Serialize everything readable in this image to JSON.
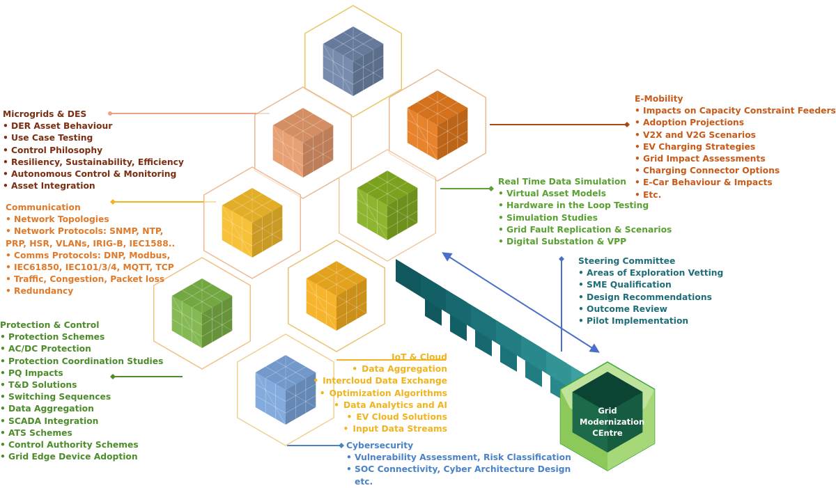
{
  "colors": {
    "microgrids": "#7a2e12",
    "communication": "#e07a2a",
    "protection": "#4d8c2a",
    "emobility": "#c85a1a",
    "realtime": "#5aa032",
    "steering": "#1f6d78",
    "iot": "#f0b41e",
    "cyber": "#4a82c8",
    "centre": "#3aa33a"
  },
  "sections": {
    "microgrids": {
      "title": "Microgrids & DES",
      "items": [
        "DER Asset Behaviour",
        "Use Case Testing",
        "Control Philosophy",
        "Resiliency, Sustainability, Efficiency",
        "Autonomous Control & Monitoring",
        "Asset Integration"
      ]
    },
    "communication": {
      "title": "Communication",
      "lines": [
        {
          "bullet": true,
          "text": "Network Topologies"
        },
        {
          "bullet": true,
          "text": "Network Protocols: SNMP, NTP,"
        },
        {
          "bullet": false,
          "text": "PRP, HSR, VLANs, IRIG-B, IEC1588.."
        },
        {
          "bullet": true,
          "text": "Comms Protocols: DNP, Modbus,"
        },
        {
          "bullet": true,
          "text": "IEC61850, IEC101/3/4, MQTT, TCP"
        },
        {
          "bullet": true,
          "text": "Traffic, Congestion, Packet loss"
        },
        {
          "bullet": true,
          "text": "Redundancy"
        }
      ]
    },
    "protection": {
      "title": "Protection & Control",
      "items": [
        "Protection Schemes",
        "AC/DC Protection",
        "Protection Coordination Studies",
        "PQ Impacts",
        "T&D Solutions",
        "Switching Sequences",
        "Data Aggregation",
        "SCADA Integration",
        "ATS Schemes",
        "Control Authority Schemes",
        "Grid Edge Device Adoption"
      ]
    },
    "emobility": {
      "title": "E-Mobility",
      "items": [
        "Impacts on Capacity Constraint Feeders",
        "Adoption Projections",
        "V2X and V2G Scenarios",
        "EV Charging Strategies",
        "Grid Impact Assessments",
        "Charging Connector Options",
        "E-Car Behaviour & Impacts",
        "Etc."
      ]
    },
    "realtime": {
      "title": "Real Time Data Simulation",
      "items": [
        "Virtual Asset Models",
        "Hardware in the Loop Testing",
        "Simulation Studies",
        "Grid Fault Replication & Scenarios",
        "Digital Substation & VPP"
      ]
    },
    "steering": {
      "title": "Steering Committee",
      "items": [
        "Areas of Exploration Vetting",
        "SME Qualification",
        "Design Recommendations",
        "Outcome Review",
        "Pilot Implementation"
      ]
    },
    "iot": {
      "title": "IoT & Cloud",
      "items": [
        "Data Aggregation",
        "Intercloud Data Exchange",
        "Optimization Algorithms",
        "Data Analytics and AI",
        "EV Cloud Solutions",
        "Input Data Streams"
      ]
    },
    "cyber": {
      "title": "Cybersecurity",
      "lines": [
        {
          "bullet": true,
          "text": "Vulnerability Assessment, Risk Classification"
        },
        {
          "bullet": true,
          "text": "SOC Connectivity, Cyber Architecture Design"
        },
        {
          "bullet": false,
          "text": "etc."
        }
      ]
    }
  },
  "centre": {
    "lines": [
      "Grid",
      "Modernization",
      "CEntre"
    ]
  }
}
